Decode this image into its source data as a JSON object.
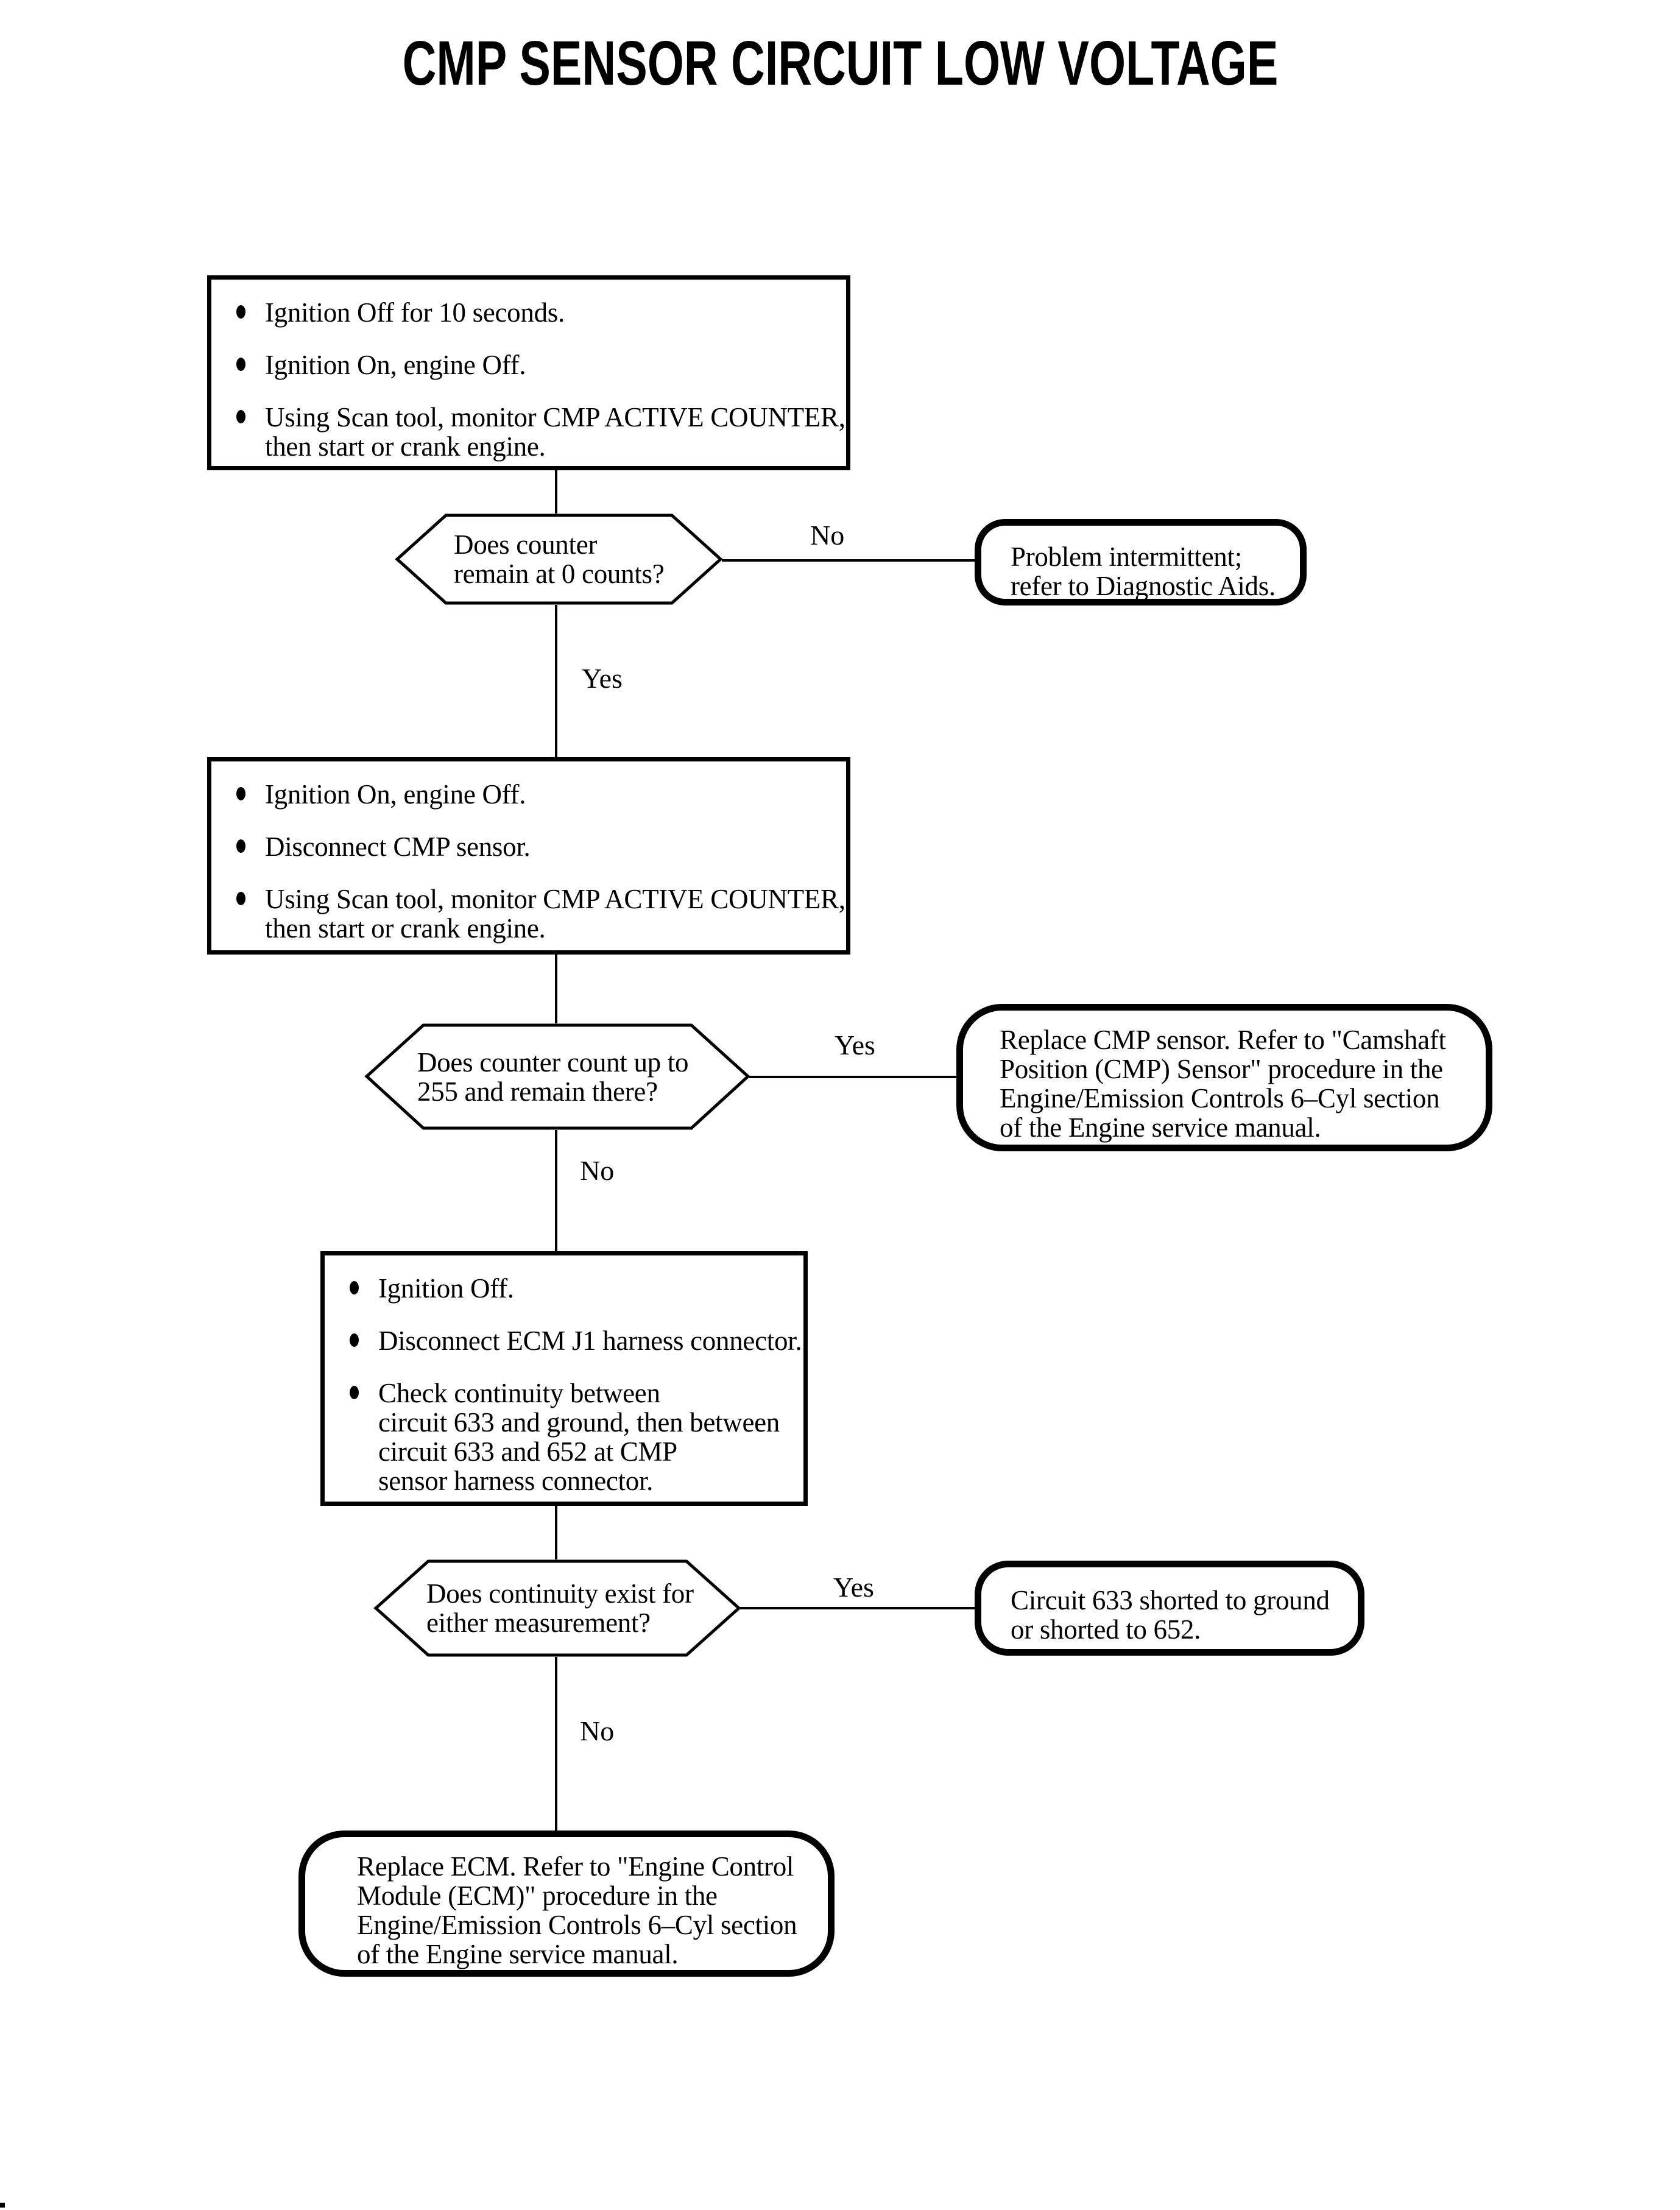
{
  "title": "CMP SENSOR CIRCUIT LOW VOLTAGE",
  "labels": {
    "yes": "Yes",
    "no": "No"
  },
  "colors": {
    "ink": "#000000",
    "background": "#ffffff"
  },
  "icons": {
    "bullet": "filled-oval-bullet"
  },
  "flow": {
    "boxes": [
      {
        "bullets": [
          {
            "lines": [
              "Ignition Off for 10 seconds."
            ]
          },
          {
            "lines": [
              "Ignition On, engine Off."
            ]
          },
          {
            "lines": [
              "Using Scan tool, monitor CMP ACTIVE COUNTER,",
              "then start or crank engine."
            ]
          }
        ]
      },
      {
        "bullets": [
          {
            "lines": [
              "Ignition On, engine Off."
            ]
          },
          {
            "lines": [
              "Disconnect CMP sensor."
            ]
          },
          {
            "lines": [
              "Using Scan tool, monitor CMP ACTIVE COUNTER,",
              "then start or crank engine."
            ]
          }
        ]
      },
      {
        "bullets": [
          {
            "lines": [
              "Ignition Off."
            ]
          },
          {
            "lines": [
              "Disconnect ECM J1 harness connector."
            ]
          },
          {
            "lines": [
              "Check continuity between",
              "circuit 633 and ground, then between",
              "circuit 633 and 652 at CMP",
              "sensor harness connector."
            ]
          }
        ]
      }
    ],
    "decisions": [
      {
        "lines": [
          "Does counter",
          "remain at 0 counts?"
        ]
      },
      {
        "lines": [
          "Does counter count up to",
          "255 and remain there?"
        ]
      },
      {
        "lines": [
          "Does continuity exist for",
          "either measurement?"
        ]
      }
    ],
    "results": [
      {
        "lines": [
          "Problem intermittent;",
          "refer to Diagnostic Aids."
        ]
      },
      {
        "lines": [
          "Replace CMP sensor. Refer to \"Camshaft",
          "Position (CMP) Sensor\" procedure in the",
          "Engine/Emission Controls 6–Cyl section",
          "of the Engine service manual."
        ]
      },
      {
        "lines": [
          "Circuit 633 shorted to ground",
          "or shorted to 652."
        ]
      },
      {
        "lines": [
          "Replace ECM. Refer to \"Engine Control",
          "Module (ECM)\" procedure in the",
          "Engine/Emission Controls 6–Cyl section",
          "of the Engine service manual."
        ]
      }
    ]
  }
}
